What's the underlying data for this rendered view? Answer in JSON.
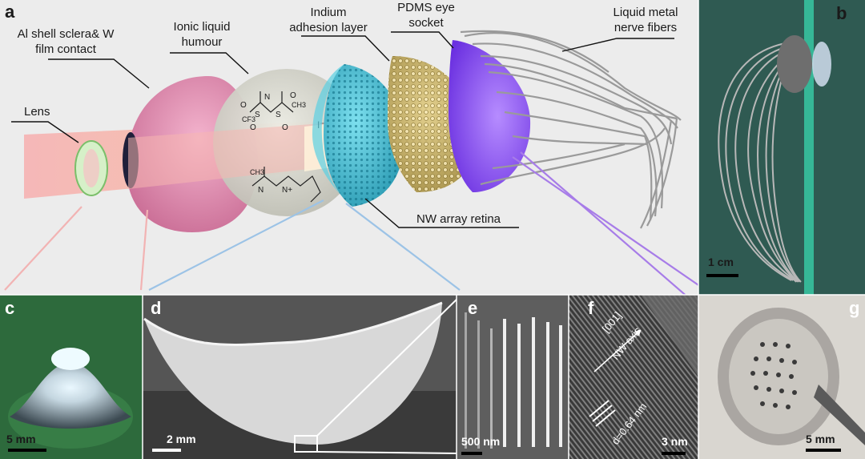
{
  "figure": {
    "panel_letters": {
      "a": "a",
      "b": "b",
      "c": "c",
      "d": "d",
      "e": "e",
      "f": "f",
      "g": "g"
    },
    "labels": {
      "lens": "Lens",
      "sclera_line1": "Al shell sclera& W",
      "sclera_line2": "film contact",
      "humour_line1": "Ionic liquid",
      "humour_line2": "humour",
      "indium_line1": "Indium",
      "indium_line2": "adhesion layer",
      "socket_line1": "PDMS eye",
      "socket_line2": "socket",
      "nerve_line1": "Liquid metal",
      "nerve_line2": "nerve fibers",
      "retina": "NW array retina"
    },
    "scale_bars": {
      "b": "1 cm",
      "c": "5 mm",
      "d": "2 mm",
      "e": "500 nm",
      "f": "3 nm",
      "g": "5 mm"
    },
    "tem_annotations": {
      "direction": "[001]",
      "axis": "NW axis",
      "spacing": "d=0.64 nm"
    },
    "molecule_text": {
      "s1": "S",
      "o1": "O",
      "o2": "O",
      "n": "N",
      "s2": "S",
      "o3": "O",
      "o4": "O",
      "cf3_a": "CF3",
      "ch3": "CH3",
      "ch3b": "CH3",
      "iodide": "I⁻",
      "n1": "N",
      "n2": "N+"
    },
    "colors": {
      "panel_a_bg": "#ececec",
      "light_beam": "#f4a6a6",
      "sclera": "#e58fb3",
      "humour": "#d9d9cf",
      "indium": "#39b8d0",
      "socket": "#c9b36a",
      "retina_purple": "#8a4df0",
      "nerve": "#9a9a9a",
      "green_panel": "#2e5b4a",
      "leader_pink": "#f2b3b3",
      "leader_blue": "#9cc3e6",
      "leader_purple": "#a77ce8"
    }
  }
}
